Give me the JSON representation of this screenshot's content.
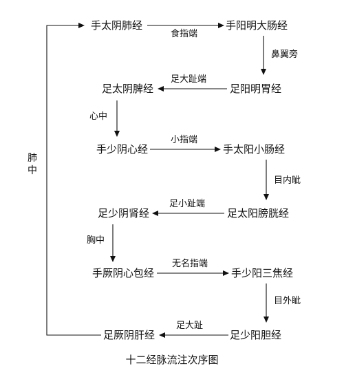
{
  "nodes": {
    "lung": "手太阴肺经",
    "large_intestine": "手阳明大肠经",
    "stomach": "足阳明胃经",
    "spleen": "足太阴脾经",
    "heart": "手少阴心经",
    "small_intestine": "手太阳小肠经",
    "bladder": "足太阳膀胱经",
    "kidney": "足少阴肾经",
    "pericardium": "手厥阴心包经",
    "sanjiao": "手少阳三焦经",
    "gallbladder": "足少阳胆经",
    "liver": "足厥阴肝经"
  },
  "edges": {
    "index_finger_tip": "食指端",
    "nose_side": "鼻翼旁",
    "big_toe_tip": "足大趾端",
    "heart_center": "心中",
    "little_finger_tip": "小指端",
    "inner_canthus": "目内眦",
    "little_toe_tip": "足小趾端",
    "chest_center": "胸中",
    "ring_finger_tip": "无名指端",
    "outer_canthus": "目外眦",
    "big_toe": "足大趾",
    "lung_center_1": "肺",
    "lung_center_2": "中"
  },
  "caption": "十二经脉流注次序图"
}
